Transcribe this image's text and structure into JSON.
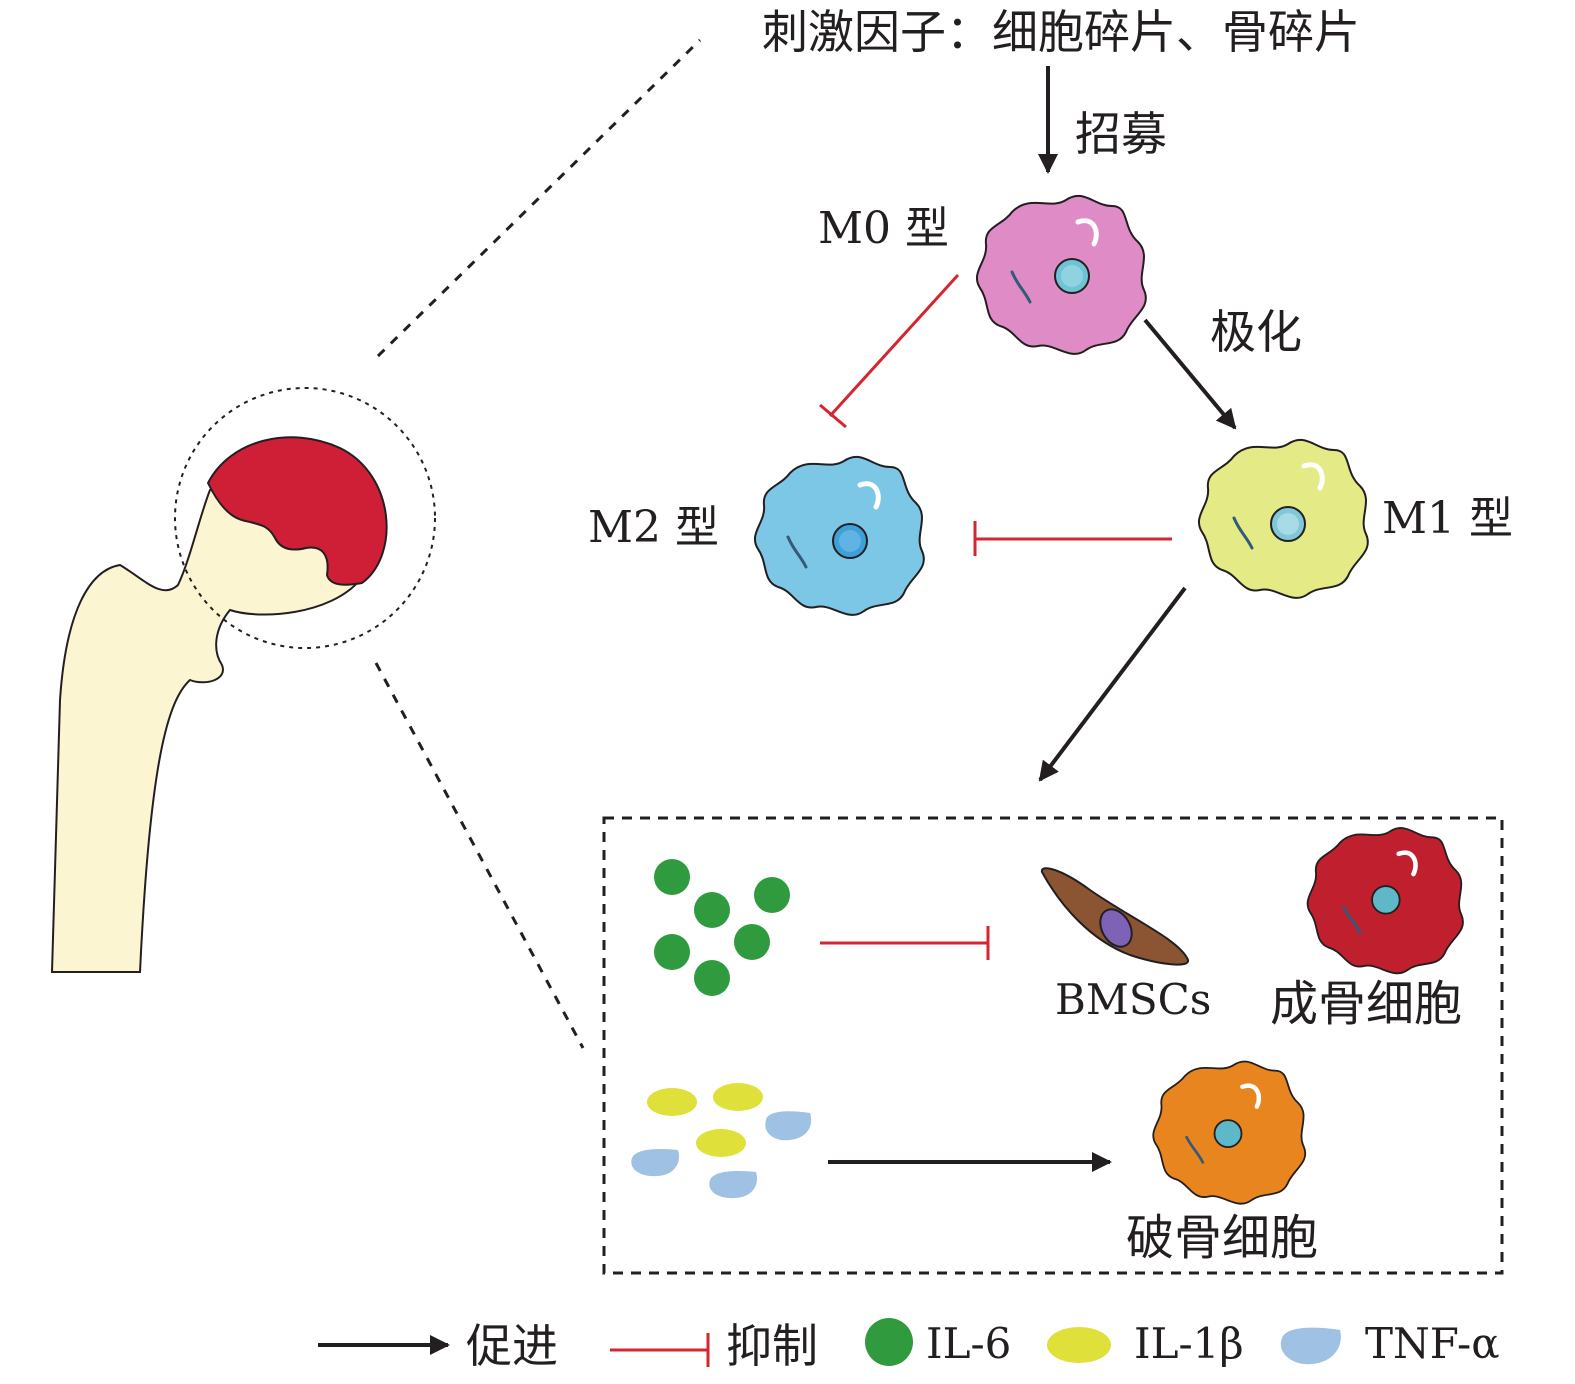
{
  "stimulus": {
    "text": "刺激因子：细胞碎片、骨碎片"
  },
  "arrows": {
    "recruit": "招募",
    "polarize": "极化"
  },
  "cells": {
    "m0": {
      "label": "M0 型",
      "color": "#df8bc6"
    },
    "m1": {
      "label": "M1 型",
      "color": "#e4ea86"
    },
    "m2": {
      "label": "M2 型",
      "color": "#7dc7e6"
    },
    "osteoblast": {
      "label": "成骨细胞",
      "color": "#c01f2e"
    },
    "osteoclast": {
      "label": "破骨细胞",
      "color": "#e8851f"
    },
    "bmsc": {
      "label": "BMSCs",
      "color": "#8b5533"
    }
  },
  "legend": {
    "promote": "促进",
    "inhibit": "抑制",
    "il6": "IL-6",
    "il1b": "IL-1β",
    "tnfa": "TNF-α"
  },
  "colors": {
    "promote": "#231f20",
    "inhibit": "#d42530",
    "il6": "#2f9a3e",
    "il1b": "#dfe03a",
    "tnfa": "#9ec1e4",
    "femur": "#fbf5d2",
    "necrosis": "#cf1f36"
  }
}
